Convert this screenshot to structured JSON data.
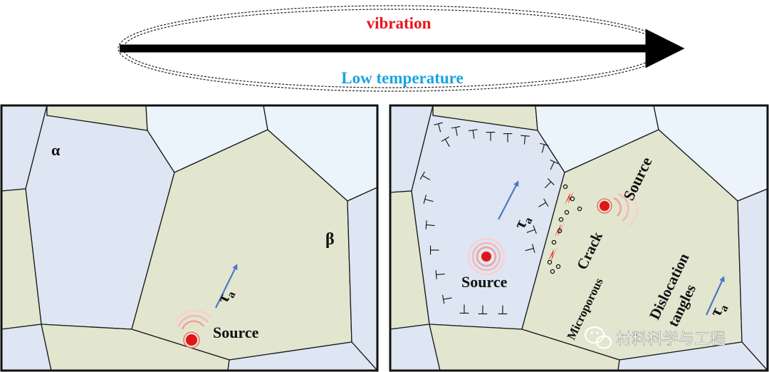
{
  "top_banner": {
    "top_label": "vibration",
    "bottom_label": "Low temperature",
    "top_label_color": "#e8141c",
    "bottom_label_color": "#1aa3e0",
    "arrow_color": "#000000"
  },
  "left_panel": {
    "alpha_label": "α",
    "beta_label": "β",
    "stress_symbol": "τ",
    "stress_subscript": "a",
    "source_label": "Source"
  },
  "right_panel": {
    "source_left_label": "Source",
    "source_right_label": "Source",
    "stress_symbol": "τ",
    "stress_subscript": "a",
    "crack_label": "Crack",
    "microporous_label": "Microporous",
    "dislocation_label": "Dislocation",
    "tangles_label": "tangles",
    "dislocation_symbol": "⊥"
  },
  "watermark": {
    "text": "材料科学与工程",
    "icon": "wechat-icon"
  },
  "colors": {
    "alpha_grain": "#dde6f2",
    "beta_grain": "#e2e6cf",
    "light_grain": "#ebf3fb",
    "grain_boundary": "#1a1a1a",
    "stress_arrow": "#4a78c8",
    "source_red": "#e01515",
    "crack_red": "#e8141c"
  }
}
